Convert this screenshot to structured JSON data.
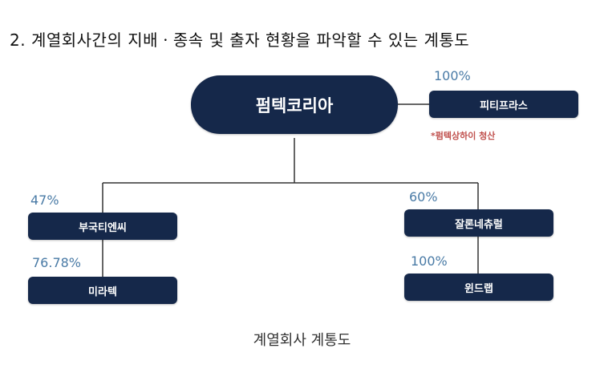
{
  "heading": "2. 계열회사간의 지배ㆍ종속 및 출자 현황을 파악할 수 있는 계통도",
  "nodes": {
    "root": "펌텍코리아",
    "pitiprance": "피티프라스",
    "bukuktienc": "부국티엔씨",
    "miratek": "미라텍",
    "jalonnechuryeol": "잘론네츄럴",
    "windrap": "윈드랩"
  },
  "percentages": {
    "pitiprance": "100%",
    "bukuktienc": "47%",
    "miratek": "76.78%",
    "jalonnechuryeol": "60%",
    "windrap": "100%"
  },
  "note": "*펌텍상하이 청산",
  "caption": "계열회사 계통도",
  "colors": {
    "node_fill": "#15284a",
    "node_text": "#ffffff",
    "percent_text": "#4a7ba6",
    "note_text": "#c0504d",
    "connector": "#333333"
  }
}
